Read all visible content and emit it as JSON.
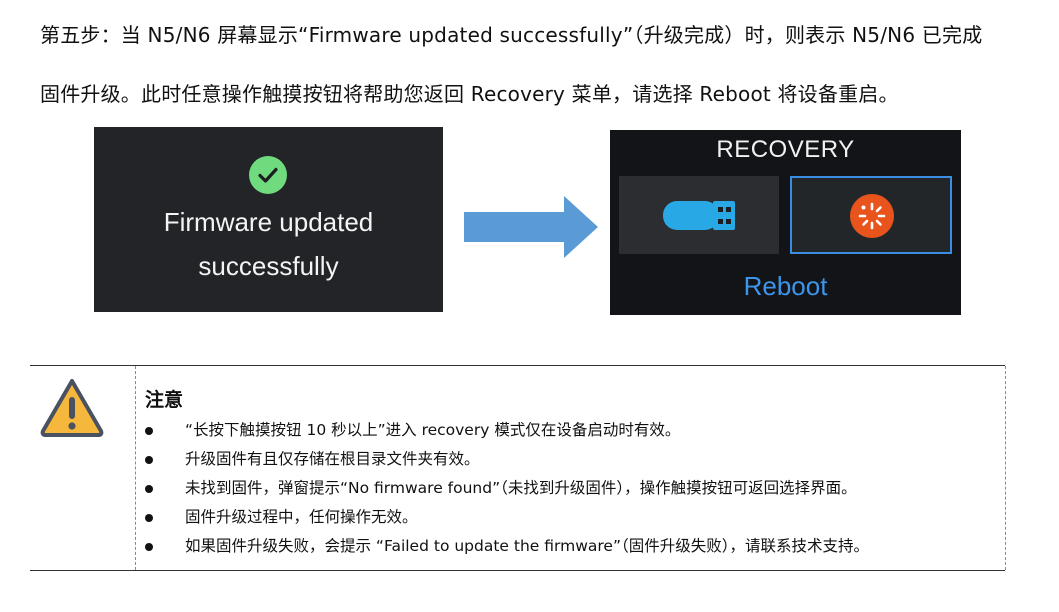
{
  "instructions": {
    "line1": "第五步：当 N5/N6 屏幕显示“Firmware updated successfully”（升级完成）时，则表示 N5/N6 已完成",
    "line2": "固件升级。此时任意操作触摸按钮将帮助您返回 Recovery 菜单，请选择 Reboot 将设备重启。"
  },
  "screen_success": {
    "icon": "check-circle-icon",
    "message_line1": "Firmware updated",
    "message_line2": "successfully",
    "check_color": "#6fda7e"
  },
  "arrow": {
    "icon": "right-arrow-icon",
    "color": "#5b9bd5"
  },
  "screen_recovery": {
    "title": "RECOVERY",
    "options": [
      {
        "icon": "usb-drive-icon",
        "selected": false
      },
      {
        "icon": "reboot-icon",
        "selected": true
      }
    ],
    "selected_label": "Reboot",
    "accent_color": "#3c95ea",
    "reboot_color": "#e8541c"
  },
  "notice": {
    "icon": "warning-icon",
    "title": "注意",
    "items": [
      "“长按下触摸按钮 10 秒以上”进入 recovery 模式仅在设备启动时有效。",
      "升级固件有且仅存储在根目录文件夹有效。",
      "未找到固件，弹窗提示“No firmware found”（未找到升级固件），操作触摸按钮可返回选择界面。",
      "固件升级过程中，任何操作无效。",
      "如果固件升级失败，会提示 “Failed to update the firmware”（固件升级失败），请联系技术支持。"
    ]
  }
}
